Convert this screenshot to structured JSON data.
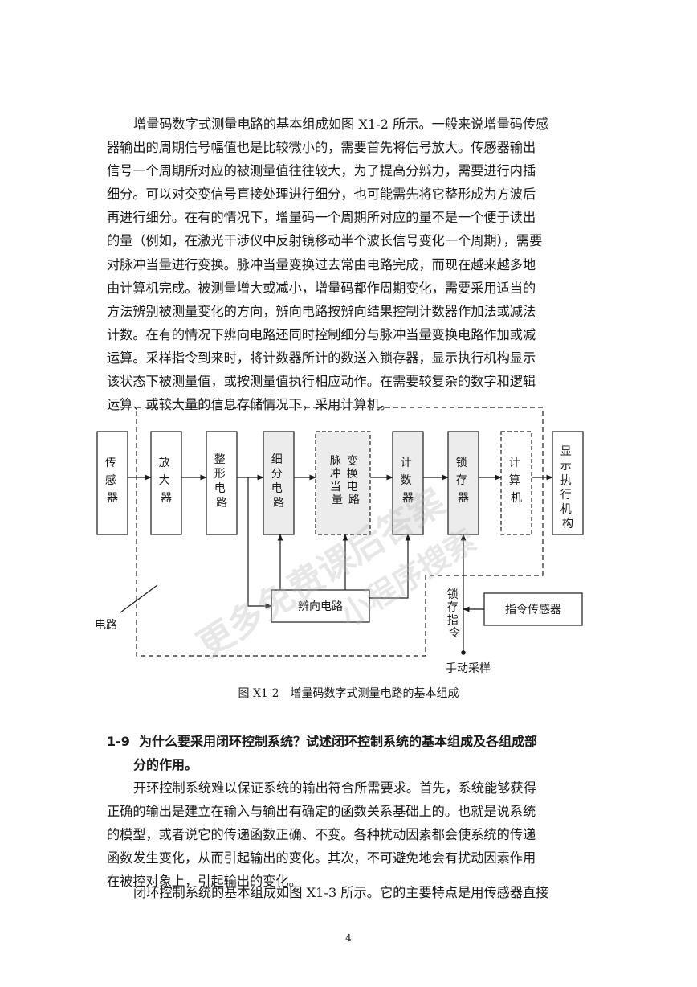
{
  "paragraph1": {
    "lines": [
      "增量码数字式测量电路的基本组成如图 X1-2 所示。一般来说增量码传感",
      "器输出的周期信号幅值也是比较微小的，需要首先将信号放大。传感器输出",
      "信号一个周期所对应的被测量值往往较大，为了提高分辨力，需要进行内插",
      "细分。可以对交变信号直接处理进行细分，也可能需先将它整形成为方波后",
      "再进行细分。在有的情况下，增量码一个周期所对应的量不是一个便于读出",
      "的量（例如，在激光干涉仪中反射镜移动半个波长信号变化一个周期），需要",
      "对脉冲当量进行变换。脉冲当量变换过去常由电路完成，而现在越来越多地",
      "由计算机完成。被测量增大或减小，增量码都作周期变化，需要采用适当的",
      "方法辨别被测量变化的方向，辨向电路按辨向结果控制计数器作加法或减法",
      "计数。在有的情况下辨向电路还同时控制细分与脉冲当量变换电路作加或减",
      "运算。采样指令到来时，将计数器所计的数送入锁存器，显示执行机构显示",
      "该状态下被测量值，或按测量值执行相应动作。在需要较复杂的数字和逻辑",
      "运算、或较大量的信息存储情况下，采用计算机。"
    ]
  },
  "diagram": {
    "blocks": {
      "sensor": "传感器",
      "amplifier": "放大器",
      "shaping": "整形电路",
      "subdivision": "细分电路",
      "pulse_col1": "脉冲当量",
      "pulse_col2": "变换电路",
      "counter": "计数器",
      "latch": "锁存器",
      "computer": "计算机",
      "display": "显示执行机构",
      "direction": "辨向电路",
      "command_sensor": "指令传感器"
    },
    "labels": {
      "circuit": "电路",
      "latch_command": "锁存指令",
      "manual_sampling": "手动采样"
    }
  },
  "caption": "图 X1-2　增量码数字式测量电路的基本组成",
  "heading": {
    "number": "1-9",
    "line1": "为什么要采用闭环控制系统？试述闭环控制系统的基本组成及各组成部",
    "line2": "分的作用。"
  },
  "paragraph2": {
    "lines": [
      "开环控制系统难以保证系统的输出符合所需要求。首先，系统能够获得",
      "正确的输出是建立在输入与输出有确定的函数关系基础上的。也就是说系统",
      "的模型，或者说它的传递函数正确、不变。各种扰动因素都会使系统的传递",
      "函数发生变化，从而引起输出的变化。其次，不可避免地会有扰动因素作用",
      "在被控对象上，引起输出的变化。"
    ]
  },
  "paragraph3": {
    "lines": [
      "闭环控制系统的基本组成如图 X1-3 所示。它的主要特点是用传感器直接"
    ]
  },
  "page_number": "4",
  "watermark": {
    "line1": "更多免费课后答案",
    "line2": "小程序搜索"
  }
}
